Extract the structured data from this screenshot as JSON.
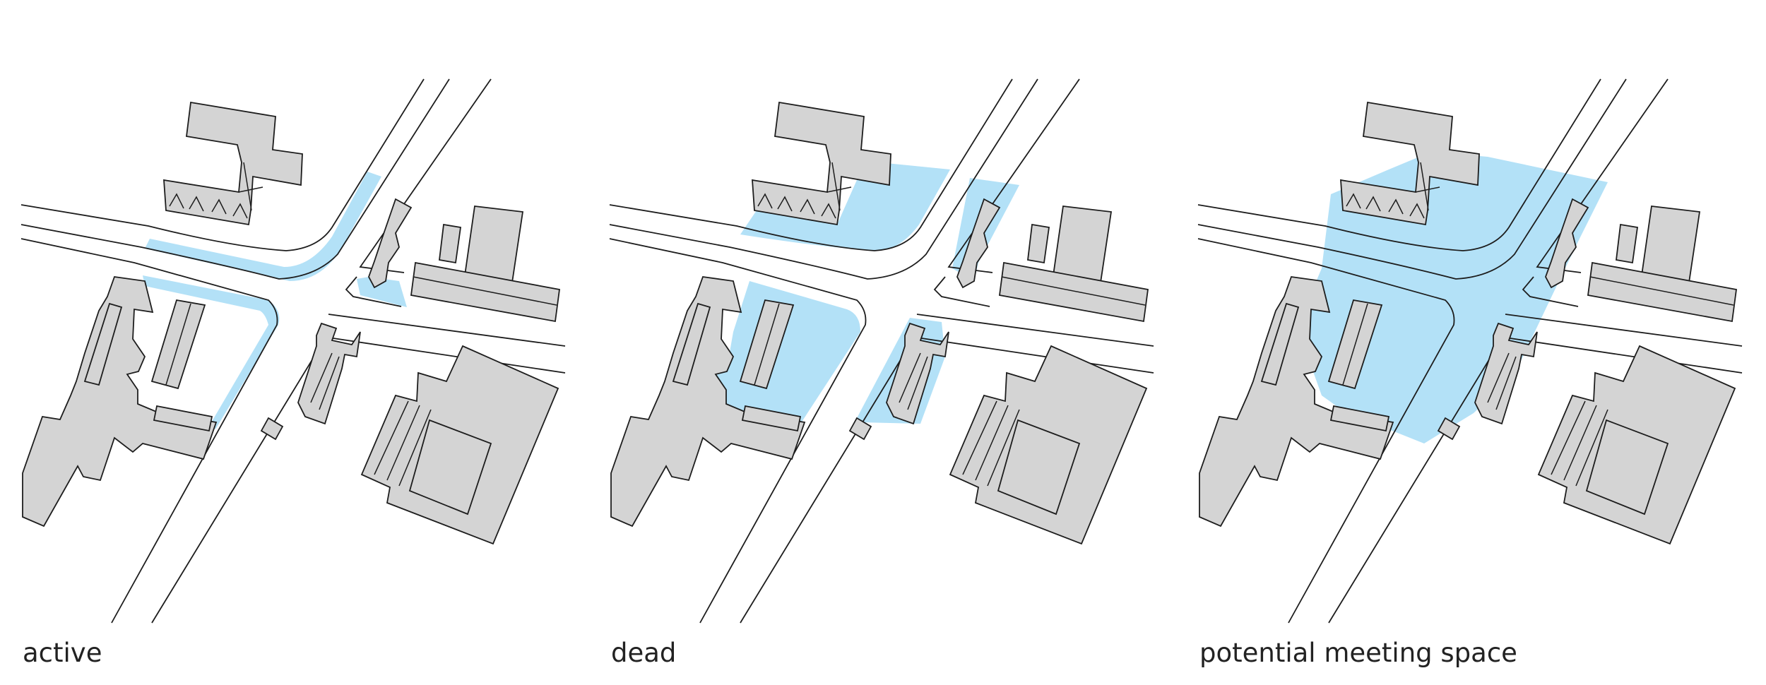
{
  "colors": {
    "highlight": "#b3e1f7",
    "building": "#d4d4d4",
    "outline": "#1d1d1d"
  },
  "panels": [
    {
      "id": "active",
      "caption": "active"
    },
    {
      "id": "dead",
      "caption": "dead"
    },
    {
      "id": "potential",
      "caption": "potential meeting space"
    }
  ]
}
